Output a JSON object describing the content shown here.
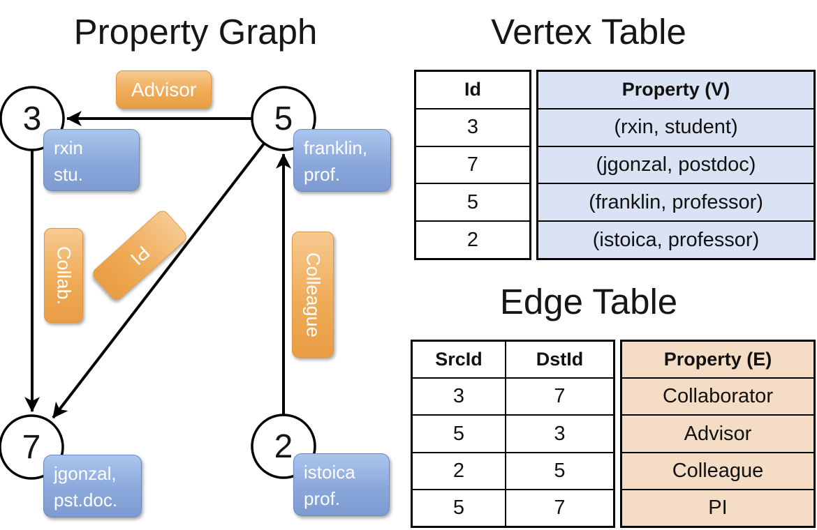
{
  "colors": {
    "edge_label_orange": "#EFA74F",
    "vertex_box_blue": "#8AA8DB",
    "vertex_table_property_bg": "#DAE3F3",
    "edge_table_property_bg": "#F4DDC4",
    "line_black": "#000000"
  },
  "property_graph": {
    "title": "Property Graph",
    "nodes": [
      {
        "id": "3",
        "prop_line1": "rxin",
        "prop_line2": "stu."
      },
      {
        "id": "5",
        "prop_line1": "franklin,",
        "prop_line2": "prof."
      },
      {
        "id": "7",
        "prop_line1": "jgonzal,",
        "prop_line2": "pst.doc."
      },
      {
        "id": "2",
        "prop_line1": "istoica",
        "prop_line2": "prof."
      }
    ],
    "edge_labels": {
      "advisor": "Advisor",
      "collab": "Collab.",
      "pi": "PI",
      "colleague": "Colleague"
    }
  },
  "vertex_table": {
    "title": "Vertex Table",
    "headers": [
      "Id",
      "Property (V)"
    ],
    "rows": [
      {
        "id": "3",
        "property": "(rxin, student)"
      },
      {
        "id": "7",
        "property": "(jgonzal, postdoc)"
      },
      {
        "id": "5",
        "property": "(franklin, professor)"
      },
      {
        "id": "2",
        "property": "(istoica, professor)"
      }
    ]
  },
  "edge_table": {
    "title": "Edge Table",
    "headers": [
      "SrcId",
      "DstId",
      "Property (E)"
    ],
    "rows": [
      {
        "src": "3",
        "dst": "7",
        "property": "Collaborator"
      },
      {
        "src": "5",
        "dst": "3",
        "property": "Advisor"
      },
      {
        "src": "2",
        "dst": "5",
        "property": "Colleague"
      },
      {
        "src": "5",
        "dst": "7",
        "property": "PI"
      }
    ]
  }
}
